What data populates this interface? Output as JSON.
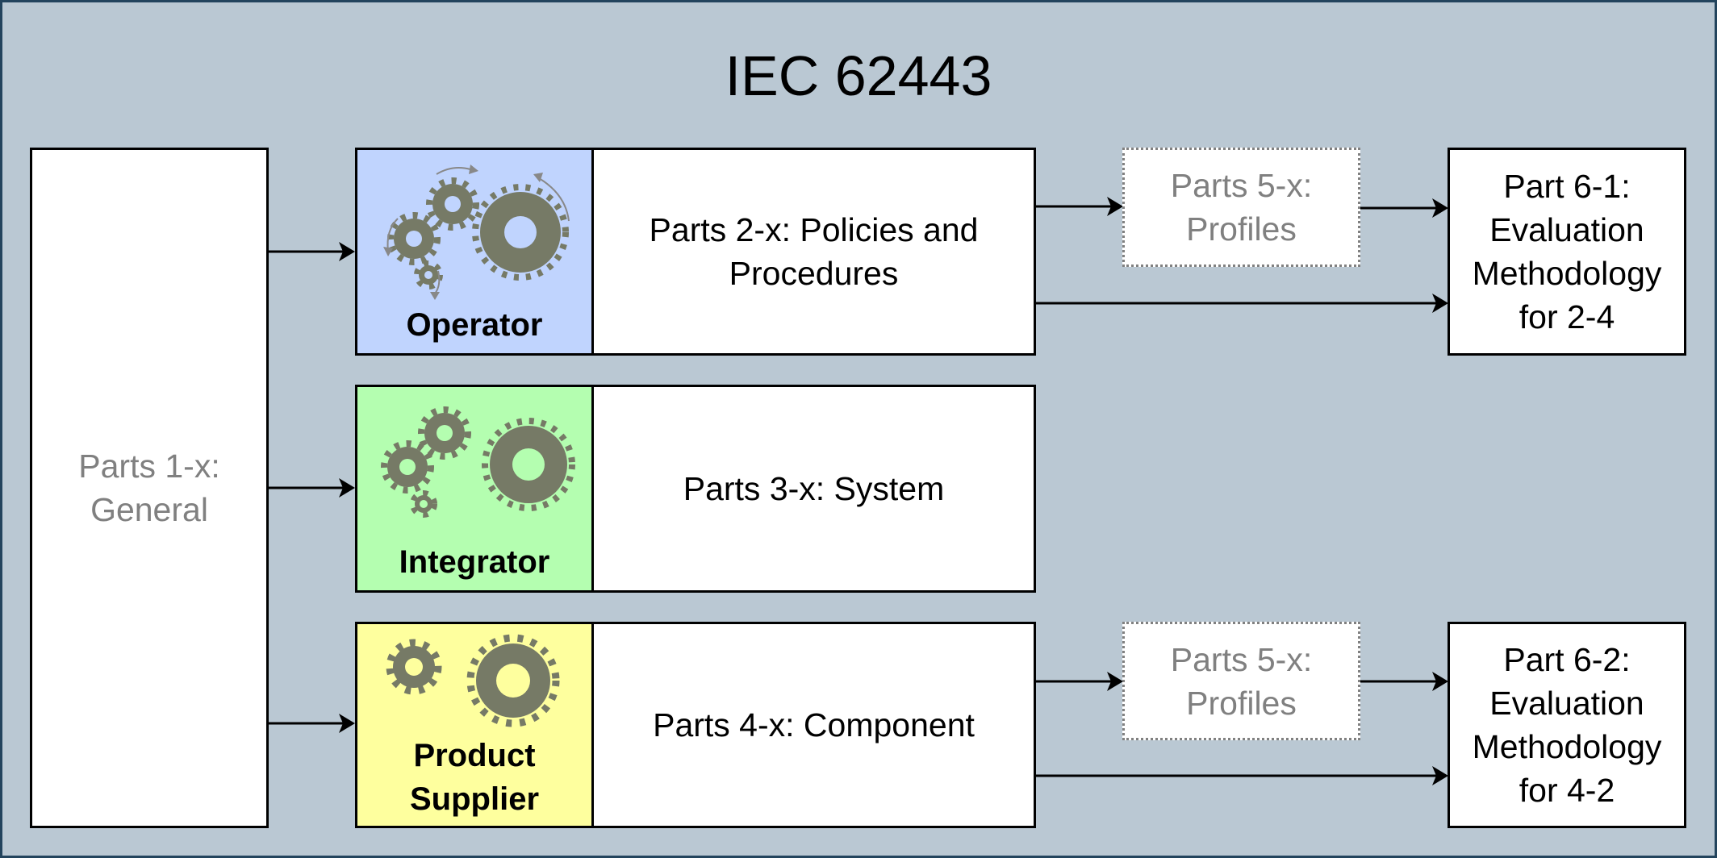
{
  "title": "IEC 62443",
  "general": {
    "label": "Parts 1-x:\nGeneral"
  },
  "rows": [
    {
      "role": "Operator",
      "role_color": "#c0d4fe",
      "parts": "Parts 2-x: Policies and\nProcedures"
    },
    {
      "role": "Integrator",
      "role_color": "#b4feb0",
      "parts": "Parts 3-x: System"
    },
    {
      "role": "Product\nSupplier",
      "role_color": "#feff9e",
      "parts": "Parts 4-x: Component"
    }
  ],
  "profiles": [
    {
      "label": "Parts 5-x:\nProfiles"
    },
    {
      "label": "Parts 5-x:\nProfiles"
    }
  ],
  "evaluation": [
    {
      "label": "Part 6-1:\nEvaluation\nMethodology\nfor 2-4"
    },
    {
      "label": "Part 6-2:\nEvaluation\nMethodology\nfor 4-2"
    }
  ],
  "colors": {
    "background": "#bac8d3",
    "frame_border": "#23445d",
    "gear": "#767a66",
    "muted_text": "#808080"
  }
}
